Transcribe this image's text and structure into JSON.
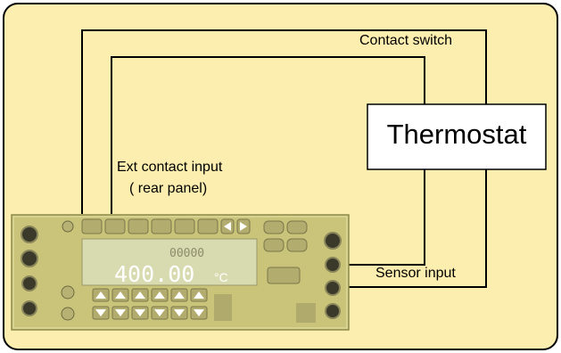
{
  "diagram": {
    "background_color": "#fbeeae",
    "frame_color": "#000000",
    "labels": {
      "contact_switch": "Contact switch",
      "thermostat": "Thermostat",
      "ext_contact_input_line1": "Ext contact input",
      "ext_contact_input_line2": "( rear panel)",
      "sensor_input": "Sensor input"
    },
    "instrument": {
      "display_main": "400.00",
      "display_unit": "°C",
      "display_small": "00000",
      "panel_color": "#c9c47a",
      "display_color": "#d8dbb0"
    }
  }
}
